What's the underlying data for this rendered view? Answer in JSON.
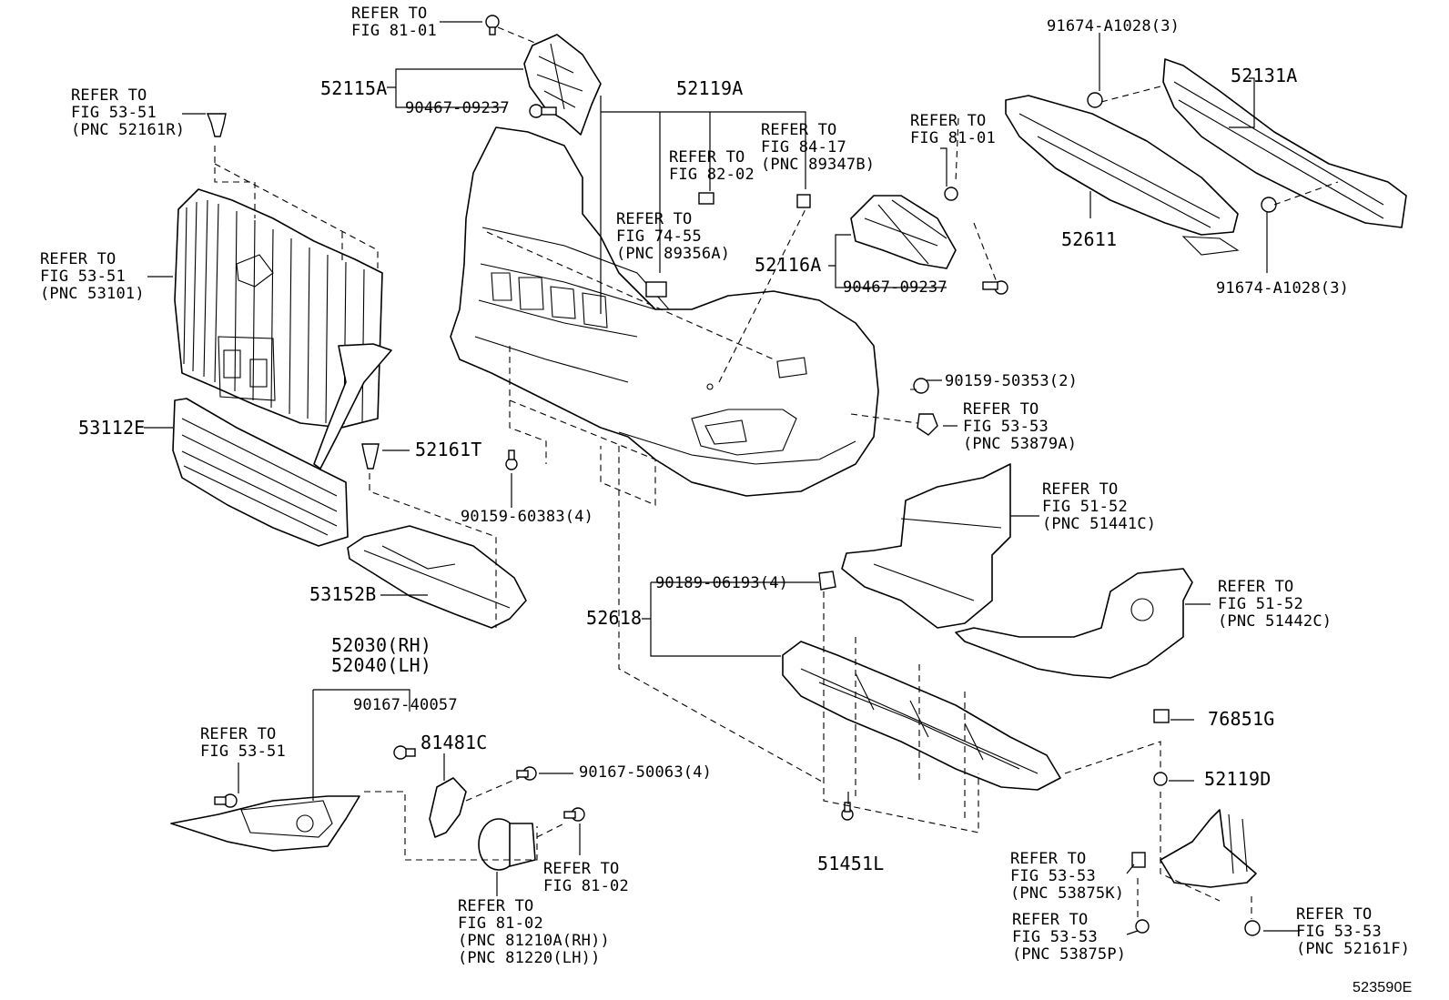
{
  "labels": {
    "refer_81_01_top": [
      "REFER TO",
      "FIG 81-01"
    ],
    "p52115A": "52115A",
    "p90467_top": "90467-09237",
    "refer_53_51_52161R": [
      "REFER TO",
      "FIG 53-51",
      "(PNC 52161R)"
    ],
    "p52119A": "52119A",
    "refer_82_02": [
      "REFER TO",
      "FIG 82-02"
    ],
    "refer_84_17": [
      "REFER TO",
      "FIG 84-17",
      "(PNC 89347B)"
    ],
    "refer_74_55": [
      "REFER TO",
      "FIG 74-55",
      "(PNC 89356A)"
    ],
    "refer_53_51_53101": [
      "REFER TO",
      "FIG 53-51",
      "(PNC 53101)"
    ],
    "refer_81_01_mid": [
      "REFER TO",
      "FIG 81-01"
    ],
    "p52116A": "52116A",
    "p90467_mid": "90467-09237",
    "p91674_top": "91674-A1028(3)",
    "p52131A": "52131A",
    "p52611": "52611",
    "p91674_bottom": "91674-A1028(3)",
    "p90159_50353": "90159-50353(2)",
    "refer_53_53_53879A": [
      "REFER TO",
      "FIG 53-53",
      "(PNC 53879A)"
    ],
    "p53112E": "53112E",
    "p52161T": "52161T",
    "p90159_60383": "90159-60383(4)",
    "refer_51_52_51441C": [
      "REFER TO",
      "FIG 51-52",
      "(PNC 51441C)"
    ],
    "p53152B": "53152B",
    "p90189": "90189-06193(4)",
    "p52618": "52618",
    "refer_51_52_51442C": [
      "REFER TO",
      "FIG 51-52",
      "(PNC 51442C)"
    ],
    "p52030": "52030(RH)",
    "p52040": "52040(LH)",
    "p90167_40057": "90167-40057",
    "refer_53_51_left": [
      "REFER TO",
      "FIG 53-51"
    ],
    "p81481C": "81481C",
    "p90167_50063": "90167-50063(4)",
    "p76851G": "76851G",
    "p52119D": "52119D",
    "refer_81_02_right": [
      "REFER TO",
      "FIG 81-02"
    ],
    "p51451L": "51451L",
    "refer_81_02_fog": [
      "REFER TO",
      "FIG 81-02",
      "(PNC 81210A(RH))",
      "(PNC 81220(LH))"
    ],
    "refer_53_53_53875K": [
      "REFER TO",
      "FIG 53-53",
      "(PNC 53875K)"
    ],
    "refer_53_53_53875P": [
      "REFER TO",
      "FIG 53-53",
      "(PNC 53875P)"
    ],
    "refer_53_53_52161F": [
      "REFER TO",
      "FIG 53-53",
      "(PNC 52161F)"
    ],
    "figure_id": "523590E"
  }
}
